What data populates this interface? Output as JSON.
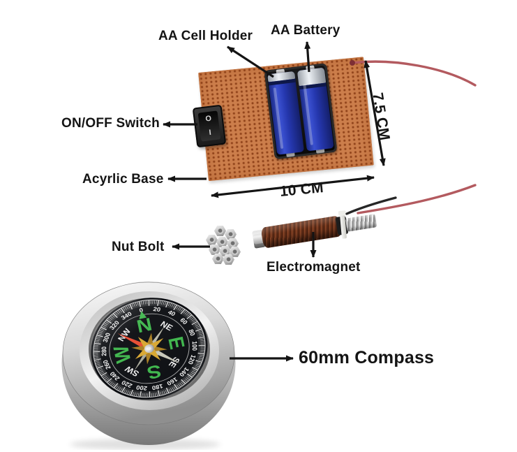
{
  "annotations": {
    "aa_cell_holder": "AA Cell Holder",
    "aa_battery": "AA Battery",
    "on_off_switch": "ON/OFF Switch",
    "acrylic_base": "Acyrlic Base",
    "nut_bolt": "Nut Bolt",
    "electromagnet": "Electromagnet",
    "compass": "60mm Compass"
  },
  "dimensions": {
    "board_width": "10 CM",
    "board_height": "7.5 CM"
  },
  "switch_markings": {
    "off": "O",
    "on": "I"
  },
  "compass_dial": {
    "cardinals": [
      "N",
      "NE",
      "E",
      "SE",
      "S",
      "SW",
      "W",
      "NW"
    ],
    "degree_labels": [
      "0",
      "20",
      "40",
      "60",
      "80",
      "100",
      "120",
      "140",
      "160",
      "180",
      "200",
      "220",
      "240",
      "260",
      "280",
      "300",
      "320",
      "340"
    ],
    "needle_heading_deg": 312
  },
  "parts_count": {
    "nuts": 10,
    "batteries": 2
  },
  "colors": {
    "perfboard": "#cc7e4b",
    "battery_body": "#2a3ab0",
    "copper_coil": "#7a3a22",
    "compass_cardinal_green": "#3cb54a",
    "compass_intercardinal_white": "#f0f0f0",
    "compass_needle_red": "#e8492f",
    "wire_red": "#b35a5f",
    "annotation_black": "#141414"
  }
}
